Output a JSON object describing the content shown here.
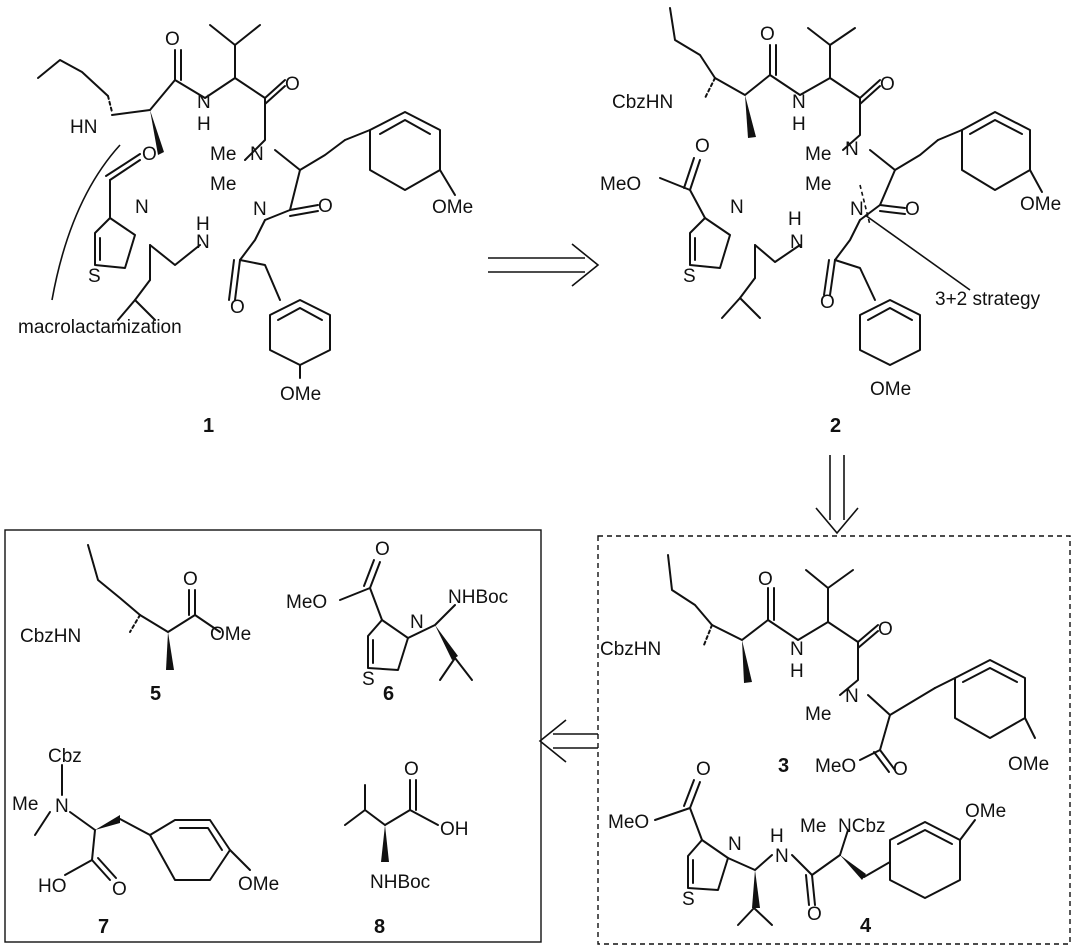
{
  "compounds": [
    {
      "id": "1",
      "labels": [
        "HN",
        "N",
        "S",
        "H",
        "N",
        "Me",
        "N",
        "Me",
        "N",
        "H",
        "OMe",
        "OMe"
      ]
    },
    {
      "id": "2",
      "labels": [
        "CbzHN",
        "MeO",
        "N",
        "S",
        "H",
        "N",
        "Me",
        "N",
        "Me",
        "N",
        "H",
        "OMe",
        "OMe"
      ]
    },
    {
      "id": "3",
      "labels": [
        "CbzHN",
        "H",
        "N",
        "Me",
        "N",
        "MeO",
        "OMe"
      ]
    },
    {
      "id": "4",
      "labels": [
        "MeO",
        "N",
        "S",
        "H",
        "N",
        "Me",
        "NCbz",
        "OMe"
      ]
    },
    {
      "id": "5",
      "labels": [
        "CbzHN",
        "OMe"
      ]
    },
    {
      "id": "6",
      "labels": [
        "MeO",
        "N",
        "S",
        "NHBoc"
      ]
    },
    {
      "id": "7",
      "labels": [
        "Cbz",
        "Me",
        "N",
        "HO",
        "OMe"
      ]
    },
    {
      "id": "8",
      "labels": [
        "OH",
        "NHBoc"
      ]
    }
  ],
  "annotations": {
    "macrolactamization": "macrolactamization",
    "strategy": "3+2 strategy"
  },
  "atoms": {
    "O": "O",
    "N": "N",
    "S": "S",
    "H": "H",
    "Me": "Me",
    "OMe": "OMe",
    "MeO": "MeO",
    "HN": "HN",
    "CbzHN": "CbzHN",
    "NCbz": "NCbz",
    "NHBoc": "NHBoc",
    "Cbz": "Cbz",
    "HO": "HO",
    "OH": "OH"
  }
}
